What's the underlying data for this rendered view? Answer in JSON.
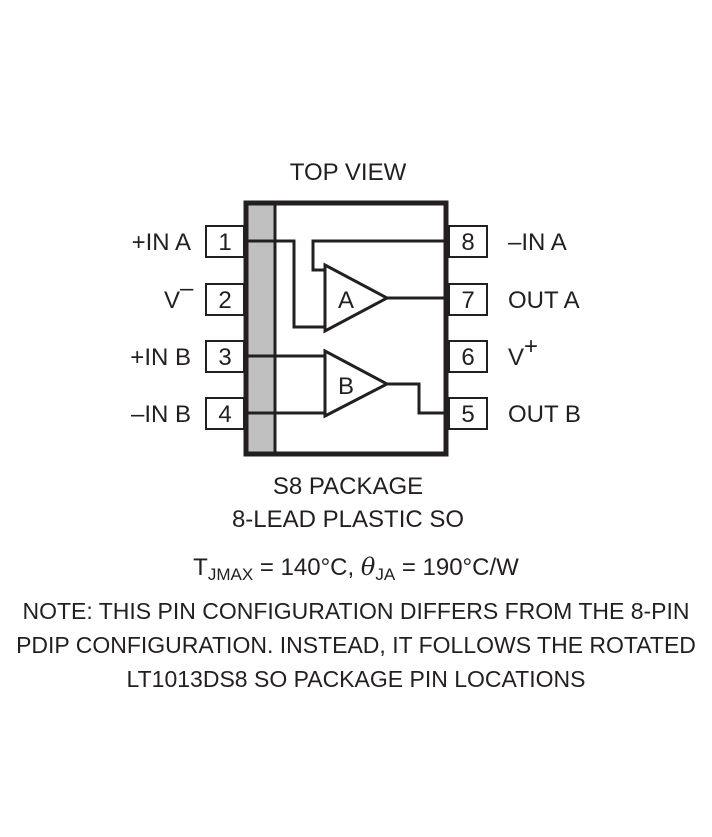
{
  "view_label": "TOP VIEW",
  "package": {
    "name": "S8 PACKAGE",
    "description": "8-LEAD PLASTIC SO"
  },
  "pins": [
    {
      "number": "1",
      "label": "+IN A"
    },
    {
      "number": "2",
      "label": "V",
      "label_mark": "–"
    },
    {
      "number": "3",
      "label": "+IN B"
    },
    {
      "number": "4",
      "label": "–IN B"
    },
    {
      "number": "5",
      "label": "OUT B"
    },
    {
      "number": "6",
      "label": "V",
      "label_mark": "+"
    },
    {
      "number": "7",
      "label": "OUT A"
    },
    {
      "number": "8",
      "label": "–IN A"
    }
  ],
  "amplifiers": {
    "a": "A",
    "b": "B"
  },
  "thermal": {
    "tjmax_symbol": "T",
    "tjmax_sub": "JMAX",
    "tjmax_value": " = 140°C, ",
    "theta_symbol": "θ",
    "theta_sub": "JA",
    "theta_value": " = 190°C/W"
  },
  "note_lines": [
    "NOTE: THIS PIN CONFIGURATION DIFFERS FROM THE 8-PIN",
    "PDIP CONFIGURATION. INSTEAD, IT FOLLOWS THE ROTATED",
    "LT1013DS8 SO PACKAGE PIN LOCATIONS"
  ],
  "colors": {
    "line": "#231f20",
    "stripe": "#c0c0c0"
  }
}
